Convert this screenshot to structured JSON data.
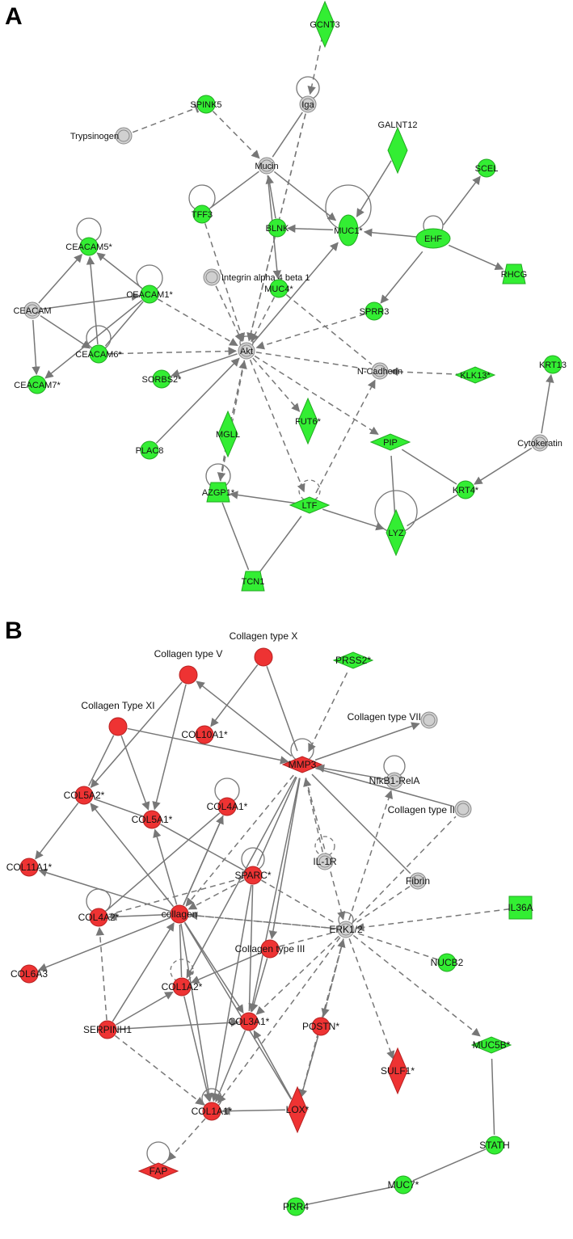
{
  "panels": [
    {
      "letter": "A",
      "nodes": [
        {
          "id": "GCNT3",
          "label": "GCNT3",
          "shape": "diamond",
          "color": "green"
        },
        {
          "id": "Iga",
          "label": "Iga",
          "shape": "circle2",
          "color": "gray"
        },
        {
          "id": "SPINK5",
          "label": "SPINK5",
          "shape": "circle",
          "color": "green"
        },
        {
          "id": "Trypsinogen",
          "label": "Trypsinogen",
          "shape": "circle2",
          "color": "gray"
        },
        {
          "id": "Mucin",
          "label": "Mucin",
          "shape": "circle2",
          "color": "gray"
        },
        {
          "id": "GALNT12",
          "label": "GALNT12",
          "shape": "diamond",
          "color": "green"
        },
        {
          "id": "SCEL",
          "label": "SCEL",
          "shape": "circle",
          "color": "green"
        },
        {
          "id": "TFF3",
          "label": "TFF3",
          "shape": "circle",
          "color": "green"
        },
        {
          "id": "BLNK",
          "label": "BLNK",
          "shape": "circle",
          "color": "green"
        },
        {
          "id": "MUC1",
          "label": "MUC1*",
          "shape": "ellipseV",
          "color": "green"
        },
        {
          "id": "EHF",
          "label": "EHF",
          "shape": "ellipseH",
          "color": "green"
        },
        {
          "id": "CEACAM5",
          "label": "CEACAM5*",
          "shape": "circle",
          "color": "green"
        },
        {
          "id": "Integrin",
          "label": "Integrin alpha 4 beta 1",
          "shape": "circle2",
          "color": "gray"
        },
        {
          "id": "CEACAM1",
          "label": "CEACAM1*",
          "shape": "circle",
          "color": "green"
        },
        {
          "id": "RHCG",
          "label": "RHCG",
          "shape": "trapezoid",
          "color": "green"
        },
        {
          "id": "CEACAM",
          "label": "CEACAM",
          "shape": "circle2",
          "color": "gray"
        },
        {
          "id": "MUC4",
          "label": "MUC4*",
          "shape": "circle",
          "color": "green"
        },
        {
          "id": "SPRR3",
          "label": "SPRR3",
          "shape": "circle",
          "color": "green"
        },
        {
          "id": "CEACAM6",
          "label": "CEACAM6*",
          "shape": "circle",
          "color": "green"
        },
        {
          "id": "Akt",
          "label": "Akt",
          "shape": "circle2",
          "color": "gray"
        },
        {
          "id": "NCadherin",
          "label": "N-Cadherin",
          "shape": "circle2",
          "color": "gray"
        },
        {
          "id": "KLK13",
          "label": "KLK13*",
          "shape": "diamondH",
          "color": "green"
        },
        {
          "id": "KRT13",
          "label": "KRT13",
          "shape": "circle",
          "color": "green"
        },
        {
          "id": "CEACAM7",
          "label": "CEACAM7*",
          "shape": "circle",
          "color": "green"
        },
        {
          "id": "SORBS2",
          "label": "SORBS2*",
          "shape": "circle",
          "color": "green"
        },
        {
          "id": "FUT6",
          "label": "FUT6*",
          "shape": "diamond",
          "color": "green"
        },
        {
          "id": "PIP",
          "label": "PIP",
          "shape": "diamondH",
          "color": "green"
        },
        {
          "id": "Cytokeratin",
          "label": "Cytokeratin",
          "shape": "circle2",
          "color": "gray"
        },
        {
          "id": "MGLL",
          "label": "MGLL",
          "shape": "diamond",
          "color": "green"
        },
        {
          "id": "PLAC8",
          "label": "PLAC8",
          "shape": "circle",
          "color": "green"
        },
        {
          "id": "KRT4",
          "label": "KRT4*",
          "shape": "circle",
          "color": "green"
        },
        {
          "id": "A2GP1",
          "label": "AZGP1*",
          "shape": "trapezoid",
          "color": "green"
        },
        {
          "id": "LTF",
          "label": "LTF",
          "shape": "diamondH",
          "color": "green"
        },
        {
          "id": "LYZ",
          "label": "LYZ",
          "shape": "diamond",
          "color": "green"
        },
        {
          "id": "TCN1",
          "label": "TCN1",
          "shape": "trapezoid",
          "color": "green"
        }
      ]
    },
    {
      "letter": "B",
      "nodes": [
        {
          "id": "ColX",
          "label": "Collagen type X",
          "shape": "circle",
          "color": "red"
        },
        {
          "id": "ColV",
          "label": "Collagen type V",
          "shape": "circle",
          "color": "red"
        },
        {
          "id": "PRSS2",
          "label": "PRSS2*",
          "shape": "diamondH",
          "color": "green"
        },
        {
          "id": "ColVII",
          "label": "Collagen type VII",
          "shape": "circle2",
          "color": "gray"
        },
        {
          "id": "ColXI",
          "label": "Collagen Type XI",
          "shape": "circle",
          "color": "red"
        },
        {
          "id": "COL10A1",
          "label": "COL10A1*",
          "shape": "circle",
          "color": "red"
        },
        {
          "id": "MMP3",
          "label": "MMP3",
          "shape": "diamondH",
          "color": "red"
        },
        {
          "id": "NfkB1",
          "label": "NfkB1-RelA",
          "shape": "circle2",
          "color": "gray"
        },
        {
          "id": "COL5A2",
          "label": "COL5A2*",
          "shape": "circle",
          "color": "red"
        },
        {
          "id": "COL4A1",
          "label": "COL4A1*",
          "shape": "circle",
          "color": "red"
        },
        {
          "id": "ColII",
          "label": "Collagen type II",
          "shape": "circle2",
          "color": "gray"
        },
        {
          "id": "COL5A1",
          "label": "COL5A1*",
          "shape": "circle",
          "color": "red"
        },
        {
          "id": "IL1R",
          "label": "IL-1R",
          "shape": "circle2",
          "color": "gray"
        },
        {
          "id": "COL11A1",
          "label": "COL11A1*",
          "shape": "circle",
          "color": "red"
        },
        {
          "id": "SPARC",
          "label": "SPARC*",
          "shape": "circle",
          "color": "red"
        },
        {
          "id": "Fibrin",
          "label": "Fibrin",
          "shape": "circle2",
          "color": "gray"
        },
        {
          "id": "COL4A2",
          "label": "COL4A2*",
          "shape": "circle",
          "color": "red"
        },
        {
          "id": "collagen",
          "label": "collagen",
          "shape": "circle",
          "color": "red"
        },
        {
          "id": "ERK",
          "label": "ERK1/2",
          "shape": "circle2",
          "color": "gray"
        },
        {
          "id": "IL36A",
          "label": "IL36A",
          "shape": "square",
          "color": "green"
        },
        {
          "id": "ColIII",
          "label": "Collagen type III",
          "shape": "circle",
          "color": "red"
        },
        {
          "id": "NUCB2",
          "label": "NUCB2",
          "shape": "circle",
          "color": "green"
        },
        {
          "id": "COL6A3",
          "label": "COL6A3",
          "shape": "circle",
          "color": "red"
        },
        {
          "id": "COL1A2",
          "label": "COL1A2*",
          "shape": "circle",
          "color": "red"
        },
        {
          "id": "COL3A1",
          "label": "COL3A1*",
          "shape": "circle",
          "color": "red"
        },
        {
          "id": "SERPINH1",
          "label": "SERPINH1",
          "shape": "circle",
          "color": "red"
        },
        {
          "id": "POSTN",
          "label": "POSTN*",
          "shape": "circle",
          "color": "red"
        },
        {
          "id": "MUC5B",
          "label": "MUC5B*",
          "shape": "diamondH",
          "color": "green"
        },
        {
          "id": "SULF1",
          "label": "SULF1*",
          "shape": "diamond",
          "color": "red"
        },
        {
          "id": "COL1A1",
          "label": "COL1A1*",
          "shape": "circle",
          "color": "red"
        },
        {
          "id": "LOX",
          "label": "LOX*",
          "shape": "diamond",
          "color": "red"
        },
        {
          "id": "FAP",
          "label": "FAP",
          "shape": "diamondH",
          "color": "red"
        },
        {
          "id": "STATH",
          "label": "STATH",
          "shape": "circle",
          "color": "green"
        },
        {
          "id": "MUC7",
          "label": "MUC7*",
          "shape": "circle",
          "color": "green"
        },
        {
          "id": "PRR4",
          "label": "PRR4",
          "shape": "circle",
          "color": "green"
        }
      ]
    }
  ],
  "colors": {
    "green": "#33ee33",
    "red": "#ee3333",
    "gray": "#d0d0d0",
    "edge": "#777777"
  }
}
